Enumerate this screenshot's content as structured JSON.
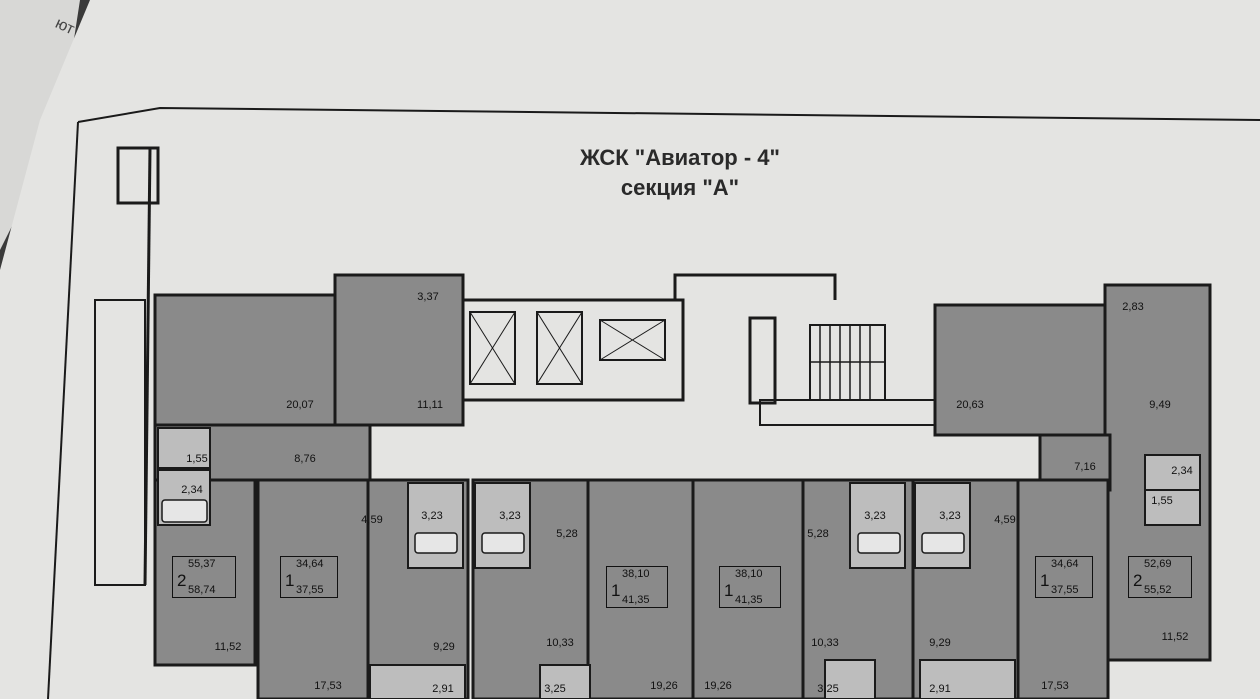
{
  "header": {
    "line1": "ЖСК \"Авиатор - 4\"",
    "line2": "секция \"А\""
  },
  "areas": {
    "r_3_37": "3,37",
    "r_20_07": "20,07",
    "r_11_11": "11,11",
    "r_1_55_l": "1,55",
    "r_8_76": "8,76",
    "r_2_34_l": "2,34",
    "r_4_59_l": "4,59",
    "r_3_23_a": "3,23",
    "r_3_23_b": "3,23",
    "r_5_28_l": "5,28",
    "r_5_28_r": "5,28",
    "r_3_23_c": "3,23",
    "r_3_23_d": "3,23",
    "r_4_59_r": "4,59",
    "r_2_83": "2,83",
    "r_20_63": "20,63",
    "r_9_49": "9,49",
    "r_7_16": "7,16",
    "r_2_34_r": "2,34",
    "r_1_55_r": "1,55",
    "r_11_52_l": "11,52",
    "r_9_29_l": "9,29",
    "r_10_33_l": "10,33",
    "r_10_33_r": "10,33",
    "r_9_29_r": "9,29",
    "r_11_52_r": "11,52",
    "r_17_53_l": "17,53",
    "r_2_91_l": "2,91",
    "r_3_25_l": "3,25",
    "r_19_26_l": "19,26",
    "r_19_26_r": "19,26",
    "r_3_25_r": "3,25",
    "r_2_91_r": "2,91",
    "r_17_53_r": "17,53"
  },
  "apartments": [
    {
      "rooms": "2",
      "living": "55,37",
      "total": "58,74"
    },
    {
      "rooms": "1",
      "living": "34,64",
      "total": "37,55"
    },
    {
      "rooms": "1",
      "living": "38,10",
      "total": "41,35"
    },
    {
      "rooms": "1",
      "living": "38,10",
      "total": "41,35"
    },
    {
      "rooms": "1",
      "living": "34,64",
      "total": "37,55"
    },
    {
      "rooms": "2",
      "living": "52,69",
      "total": "55,52"
    }
  ],
  "corner_text": "ют",
  "colors": {
    "paper": "#e4e4e2",
    "room_fill": "#8a8a8a",
    "wall": "#1a1a1a",
    "backdrop": "#3a3a3a"
  }
}
